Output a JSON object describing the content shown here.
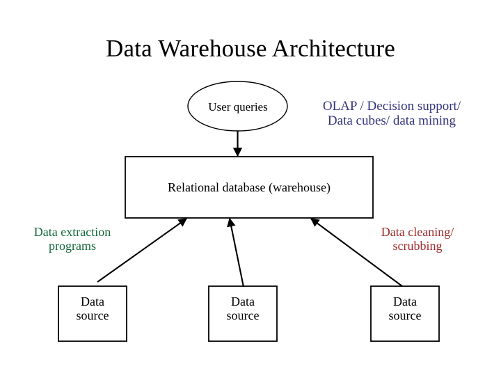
{
  "slide": {
    "title": "Data Warehouse Architecture",
    "background_color": "#ffffff"
  },
  "colors": {
    "title": "#000000",
    "stroke": "#000000",
    "olap_note": "#33337f",
    "extraction_note": "#13693a",
    "cleaning_note": "#a02a2a",
    "box_fill": "#ffffff"
  },
  "nodes": {
    "user_queries": {
      "shape": "ellipse",
      "label": "User queries"
    },
    "warehouse": {
      "shape": "rectangle",
      "label": "Relational database (warehouse)"
    },
    "sources": [
      {
        "shape": "rectangle",
        "label": "Data\nsource"
      },
      {
        "shape": "rectangle",
        "label": "Data\nsource"
      },
      {
        "shape": "rectangle",
        "label": "Data\nsource"
      }
    ]
  },
  "annotations": {
    "olap": "OLAP / Decision support/\nData cubes/ data mining",
    "extraction": "Data extraction\nprograms",
    "cleaning": "Data cleaning/\nscrubbing"
  },
  "edges": [
    {
      "from": "warehouse",
      "to": "user_queries",
      "style": "arrow-down"
    },
    {
      "from": "source-1",
      "to": "warehouse",
      "style": "arrow-up-right"
    },
    {
      "from": "source-2",
      "to": "warehouse",
      "style": "arrow-up"
    },
    {
      "from": "source-3",
      "to": "warehouse",
      "style": "arrow-up-left"
    }
  ]
}
